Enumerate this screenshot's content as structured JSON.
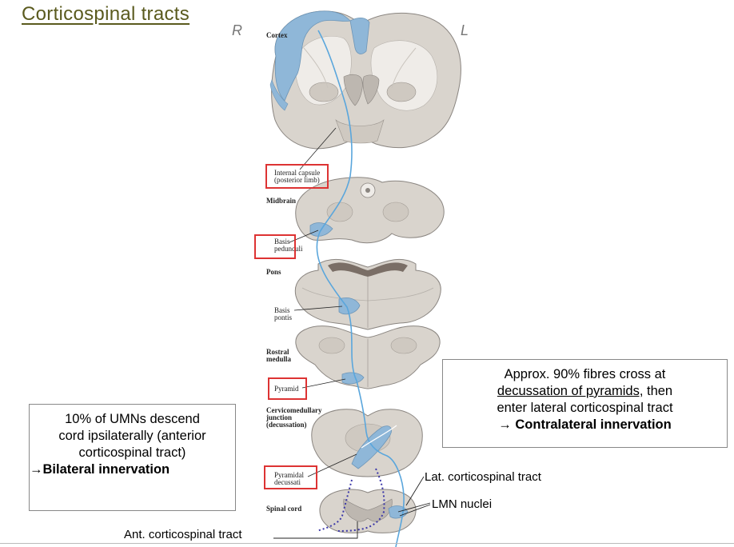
{
  "title": "Corticospinal tracts",
  "side_labels": {
    "right": "R",
    "left": "L"
  },
  "levels": {
    "cortex": "Cortex",
    "midbrain": "Midbrain",
    "pons": "Pons",
    "rostral_medulla_1": "Rostral",
    "rostral_medulla_2": "medulla",
    "cmj_1": "Cervicomedullary",
    "cmj_2": "junction",
    "cmj_3": "(decussation)",
    "spinal_cord": "Spinal cord"
  },
  "structures": {
    "internal_capsule_1": "Internal capsule",
    "internal_capsule_2": "(posterior limb)",
    "basis_pedunculi_1": "Basis",
    "basis_pedunculi_2": "pedunculi",
    "basis_pontis_1": "Basis",
    "basis_pontis_2": "pontis",
    "pyramid": "Pyramid",
    "pyramidal_decussation_1": "Pyramidal",
    "pyramidal_decussation_2": "decussati"
  },
  "callouts": {
    "left": {
      "line1": "10% of UMNs descend",
      "line2": "cord ipsilaterally (anterior",
      "line3": "corticospinal tract)",
      "line4_arrow": "→",
      "line4": "Bilateral innervation"
    },
    "right": {
      "line1": "Approx. 90% fibres cross at",
      "line2_u": "decussation of pyramids,",
      "line2_rest": " then",
      "line3": "enter lateral corticospinal tract",
      "line4_arrow": "→ ",
      "line4": "Contralateral innervation"
    }
  },
  "annotations": {
    "lat_tract": "Lat. corticospinal tract",
    "lmn": "LMN nuclei",
    "ant_tract": "Ant. corticospinal tract"
  },
  "colors": {
    "tract_blue": "#5aa6dc",
    "cortex_highlight": "#8fb7d8",
    "tissue": "#d9d4cd",
    "outline_red": "#d33333",
    "title": "#5a5a1e"
  }
}
